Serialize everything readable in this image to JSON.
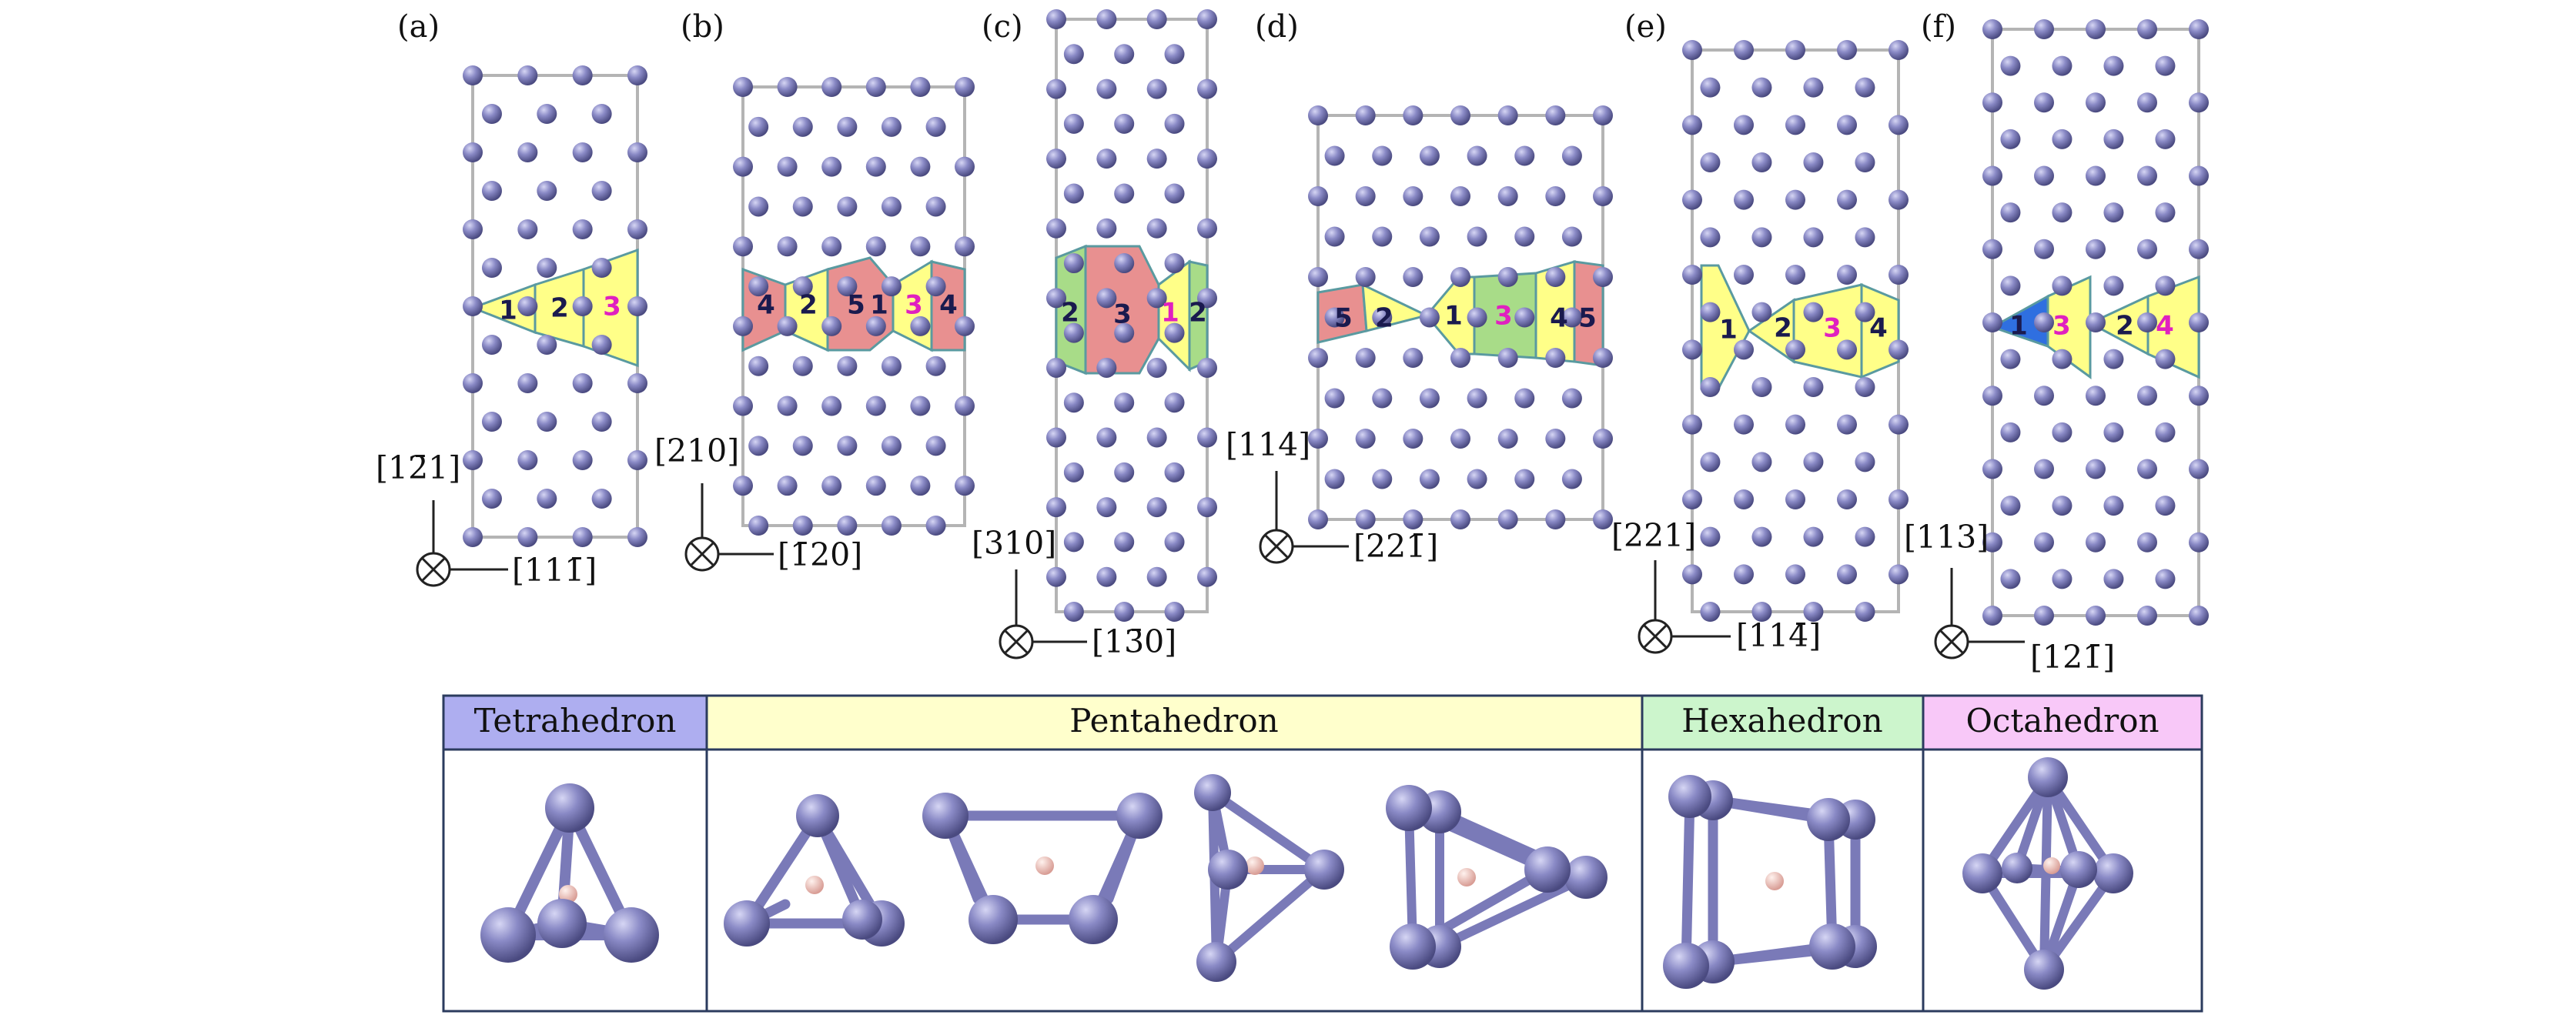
{
  "panels": [
    {
      "label": "(a)",
      "vertical_dir": "[12̄1]",
      "horizontal_dir": "[111̄]",
      "polyhedra": [
        "1",
        "2",
        "3"
      ]
    },
    {
      "label": "(b)",
      "vertical_dir": "[210]",
      "horizontal_dir": "[1̄20]",
      "polyhedra": [
        "4",
        "2",
        "5",
        "1",
        "3",
        "4"
      ]
    },
    {
      "label": "(c)",
      "vertical_dir": "[310]",
      "horizontal_dir": "[13̄0]",
      "polyhedra": [
        "2",
        "3",
        "1",
        "2"
      ]
    },
    {
      "label": "(d)",
      "vertical_dir": "[114]",
      "horizontal_dir": "[221̄]",
      "polyhedra": [
        "5",
        "2",
        "1",
        "3",
        "4",
        "5"
      ]
    },
    {
      "label": "(e)",
      "vertical_dir": "[221]",
      "horizontal_dir": "[114̄]",
      "polyhedra": [
        "1",
        "2",
        "3",
        "4"
      ]
    },
    {
      "label": "(f)",
      "vertical_dir": "[113]",
      "horizontal_dir": "[121̄]",
      "polyhedra": [
        "1",
        "3",
        "2",
        "4"
      ]
    }
  ],
  "legend": {
    "headers": [
      {
        "label": "Tetrahedron",
        "color": "#aeaef0"
      },
      {
        "label": "Pentahedron",
        "color": "#ffffcc"
      },
      {
        "label": "Hexahedron",
        "color": "#ccf5cc"
      },
      {
        "label": "Octahedron",
        "color": "#f8c8f8"
      }
    ]
  },
  "colors": {
    "atom": "#7a7ab4",
    "cell_border": "#b4b4b4",
    "pentahedron_fill": "#ffff88",
    "hexahedron_fill": "#a8dc88",
    "octahedron_fill": "#e89090",
    "tetrahedron_fill": "#2f6fe0",
    "number_dark": "#1a1a4e",
    "number_magenta": "#e020c0",
    "bond": "#8080bc",
    "hydrogen": "#f0c0b8"
  }
}
